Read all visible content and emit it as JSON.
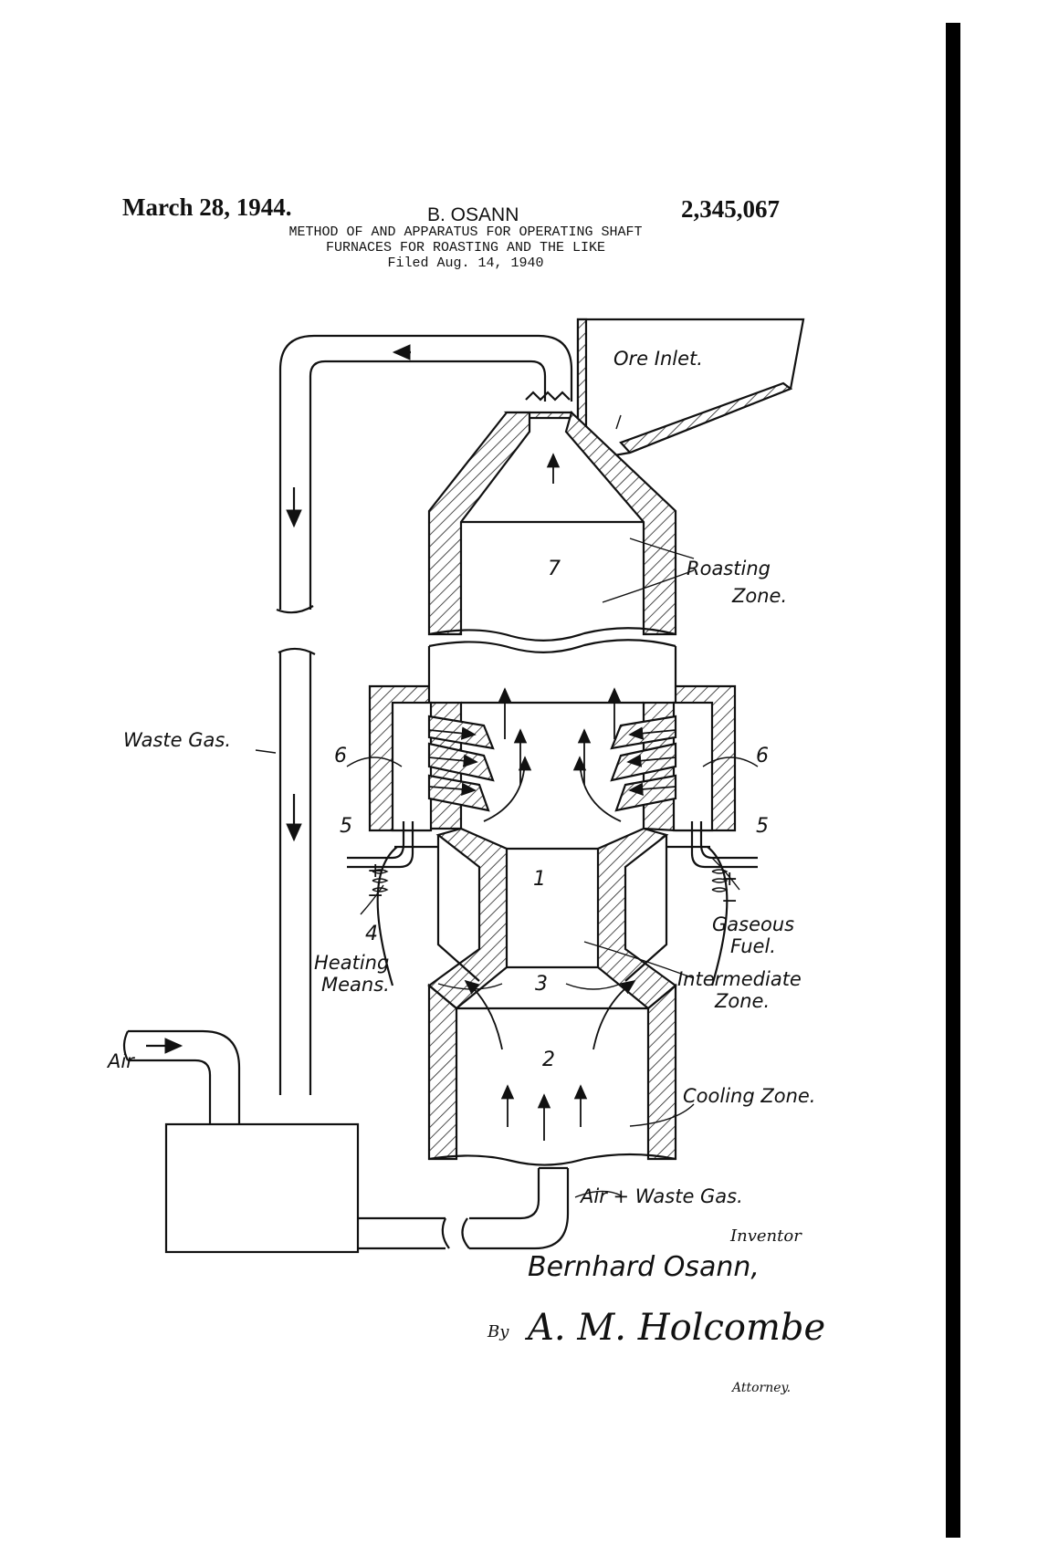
{
  "header": {
    "date": "March 28, 1944.",
    "inventor": "B. OSANN",
    "patent_number": "2,345,067",
    "title_line1": "METHOD OF AND APPARATUS FOR OPERATING SHAFT",
    "title_line2": "FURNACES FOR ROASTING AND THE LIKE",
    "filed": "Filed Aug. 14, 1940"
  },
  "labels": {
    "ore_inlet": "Ore Inlet.",
    "roasting_zone_1": "Roasting",
    "roasting_zone_2": "Zone.",
    "waste_gas": "Waste Gas.",
    "heating_means_1": "Heating",
    "heating_means_2": "Means.",
    "gaseous_fuel_1": "Gaseous",
    "gaseous_fuel_2": "Fuel.",
    "intermediate_zone_1": "Intermediate",
    "intermediate_zone_2": "Zone.",
    "cooling_zone": "Cooling Zone.",
    "air": "Air",
    "air_waste_gas": "Air + Waste Gas.",
    "plus": "+",
    "minus": "−"
  },
  "ref_numerals": {
    "n1": "1",
    "n2": "2",
    "n3": "3",
    "n4": "4",
    "n5": "5",
    "n6": "6",
    "n7": "7"
  },
  "signature": {
    "inventor_caption": "Inventor",
    "inventor_name": "Bernhard Osann,",
    "by": "By",
    "attorney_signature": "A. M. Holcombe",
    "attorney_caption": "Attorney."
  }
}
